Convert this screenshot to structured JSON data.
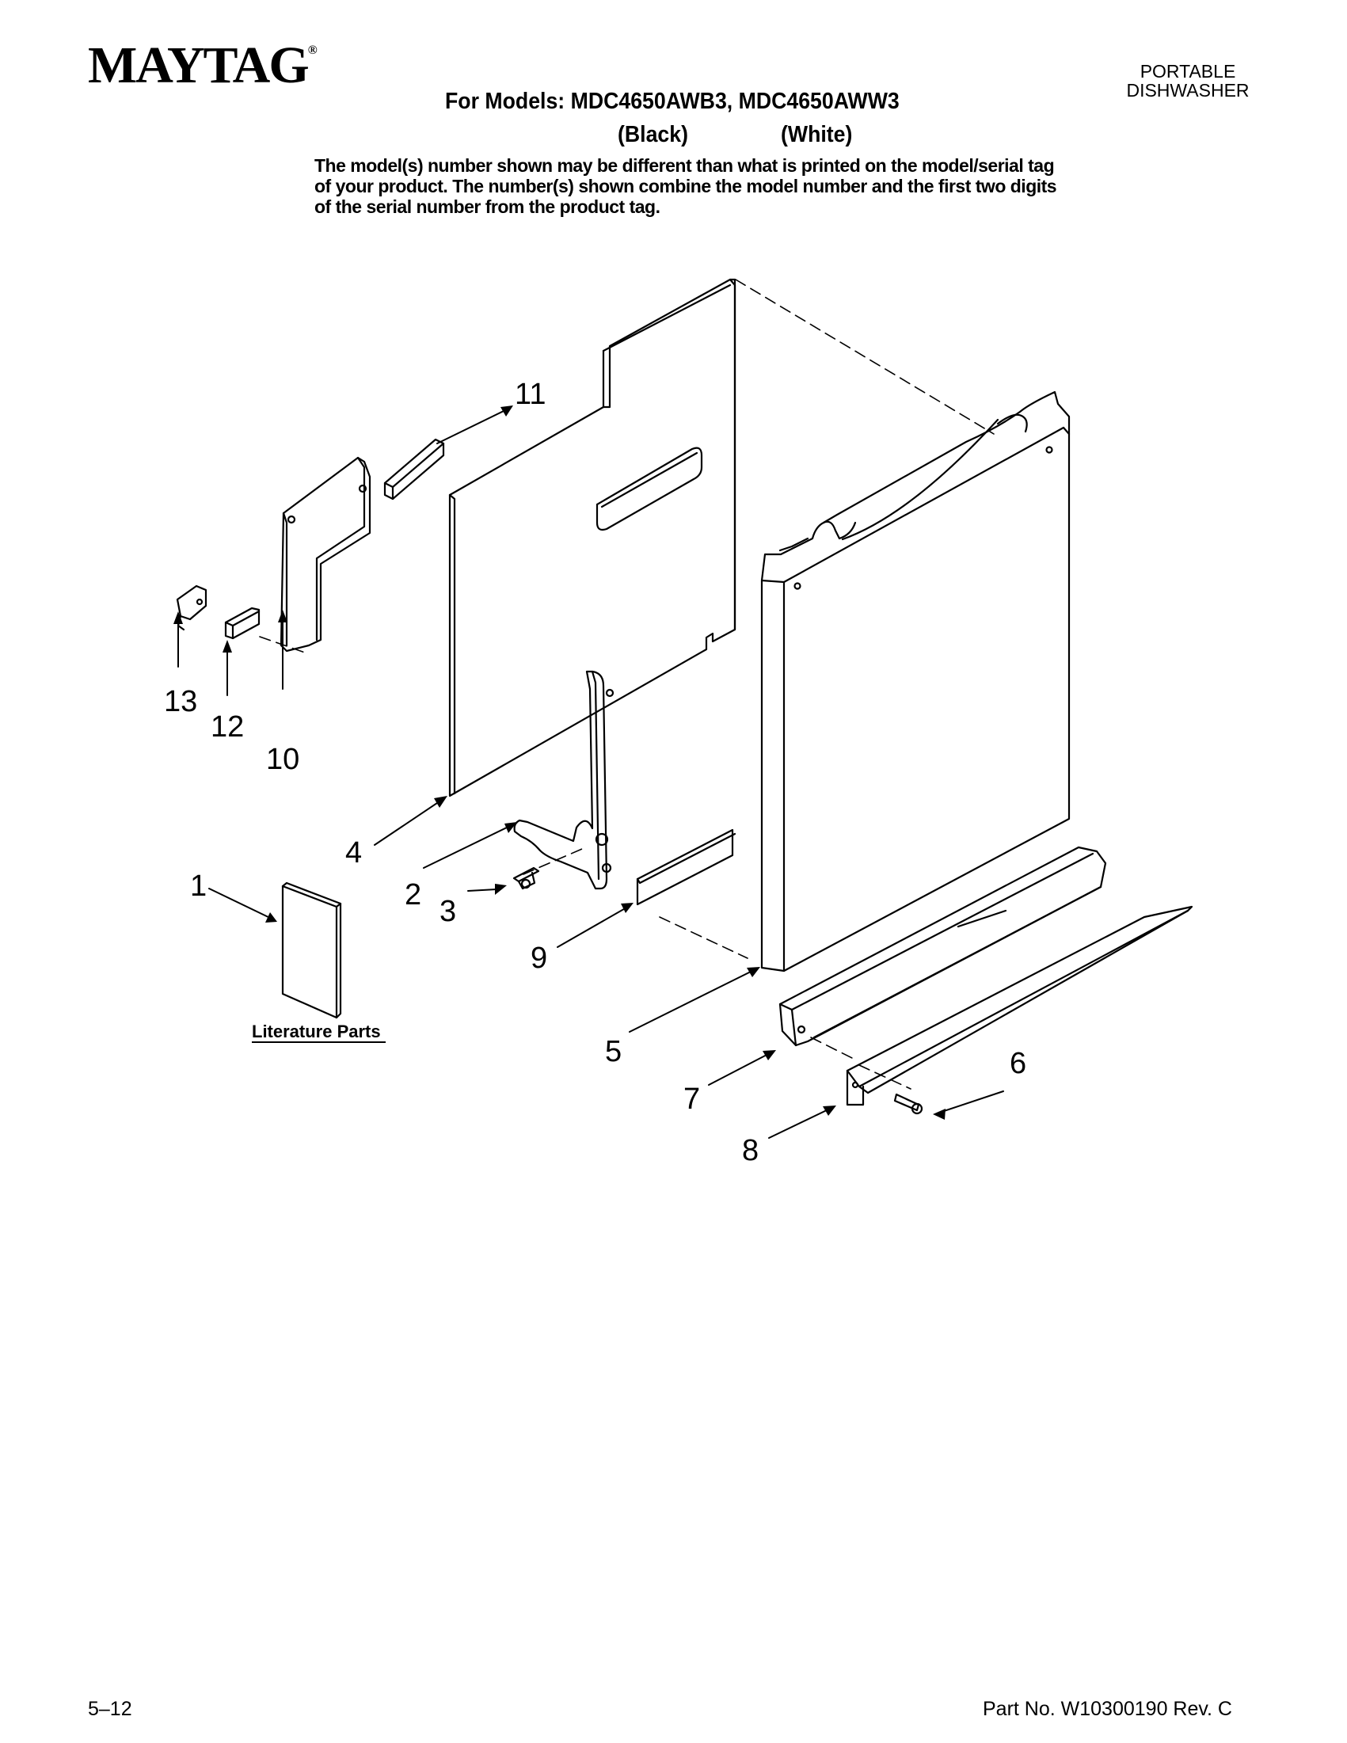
{
  "header": {
    "brand": "MAYTAG",
    "brand_mark": "®",
    "product_type_line1": "PORTABLE",
    "product_type_line2": "DISHWASHER",
    "models_line": "For Models: MDC4650AWB3, MDC4650AWW3",
    "color_black": "(Black)",
    "color_white": "(White)",
    "note": "The model(s) number shown may be different than what is printed on the model/serial tag of your product. The number(s) shown combine the model number and the first two digits of the serial number from the product tag."
  },
  "diagram": {
    "callouts": [
      "1",
      "2",
      "3",
      "4",
      "5",
      "6",
      "7",
      "8",
      "9",
      "10",
      "11",
      "12",
      "13"
    ],
    "literature_label": "Literature Parts"
  },
  "footer": {
    "page_number": "5–12",
    "part_number": "Part No. W10300190 Rev. C"
  }
}
